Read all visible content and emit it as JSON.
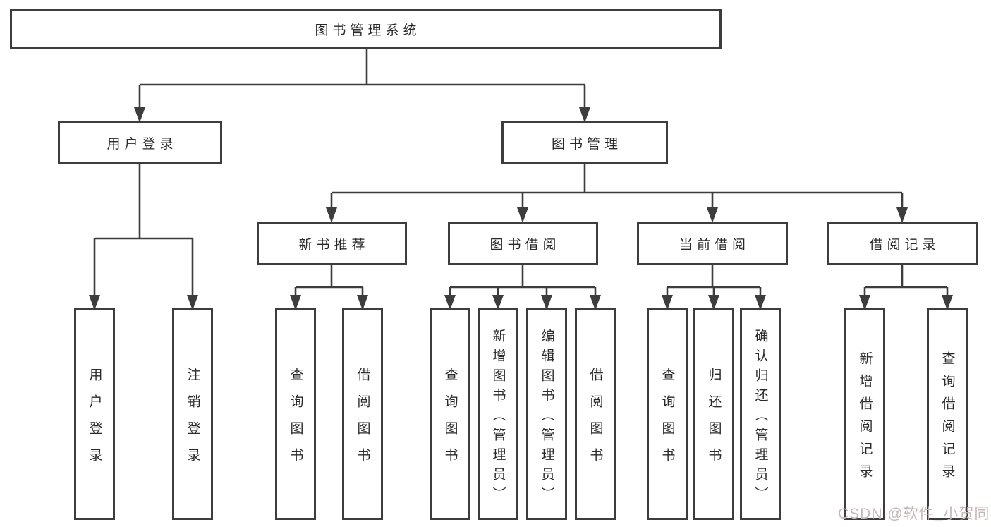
{
  "tree": {
    "root": "图书管理系统",
    "user_login": {
      "label": "用户登录",
      "children": [
        "用户登录",
        "注销登录"
      ]
    },
    "book_mgmt": {
      "label": "图书管理",
      "sections": {
        "new_book": {
          "label": "新书推荐",
          "children": [
            "查询图书",
            "借阅图书"
          ]
        },
        "book_borrow": {
          "label": "图书借阅",
          "children": [
            "查询图书",
            "新增图书（管理员）",
            "编辑图书（管理员）",
            "借阅图书"
          ]
        },
        "current_borrow": {
          "label": "当前借阅",
          "children": [
            "查询图书",
            "归还图书",
            "确认归还（管理员）"
          ]
        },
        "borrow_record": {
          "label": "借阅记录",
          "children": [
            "新增借阅记录",
            "查询借阅记录"
          ]
        }
      }
    }
  },
  "watermark": "CSDN @软件_小贺同学",
  "colors": {
    "line": "#3d3d3d",
    "text": "#2a2a2a",
    "watermark": "#c8b6b6",
    "background": "#ffffff"
  }
}
